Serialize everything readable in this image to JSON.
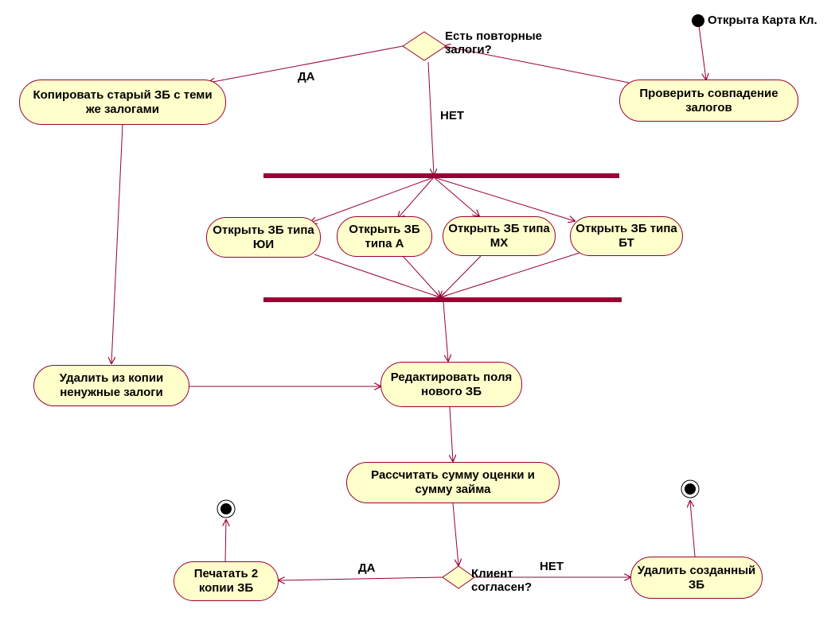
{
  "start_label": "Открыта Карта Кл.",
  "decision1_question": "Есть повторные залоги?",
  "decision2_question": "Клиент согласен?",
  "yes_label": "ДА",
  "no_label": "НЕТ",
  "actions": {
    "check": "Проверить совпадение залогов",
    "copy": "Копировать старый ЗБ с теми же залогами",
    "open_yui": "Открыть ЗБ типа ЮИ",
    "open_a": "Открыть ЗБ типа А",
    "open_mh": "Открыть ЗБ типа МХ",
    "open_bt": "Открыть ЗБ типа БТ",
    "remove": "Удалить из копии ненужные залоги",
    "edit": "Редактировать поля нового ЗБ",
    "calc": "Рассчитать сумму оценки и сумму займа",
    "print": "Печатать 2 копии ЗБ",
    "delete": "Удалить созданный ЗБ"
  },
  "colors": {
    "node_fill": "#ffffcc",
    "line": "#990033",
    "text": "#000000"
  }
}
